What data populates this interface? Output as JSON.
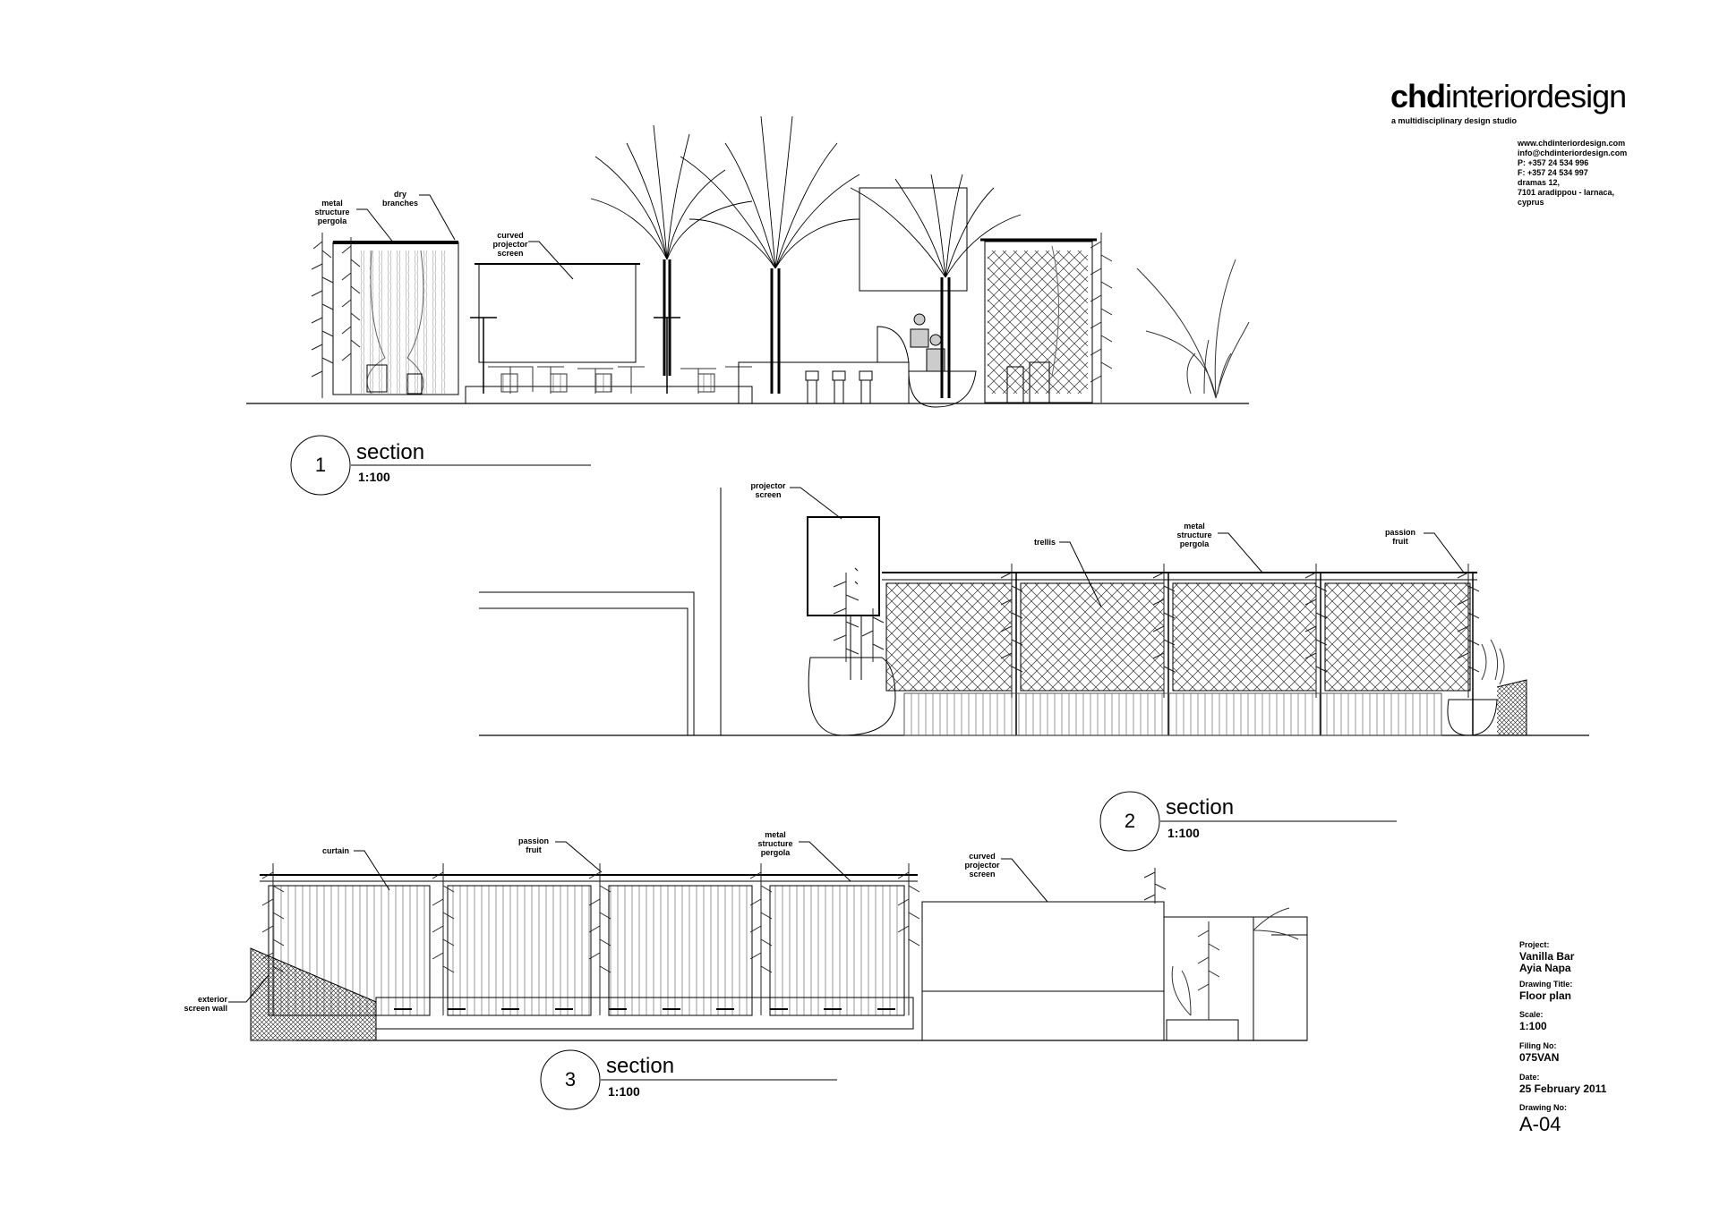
{
  "studio": {
    "name_bold": "chd",
    "name_rest": "interiordesign",
    "tagline": "a multidisciplinary design studio",
    "contact": [
      "www.chdinteriordesign.com",
      "info@chdinteriordesign.com",
      "P: +357 24 534 996",
      "F: +357 24 534 997",
      "dramas 12,",
      "7101 aradippou - larnaca,",
      "cyprus"
    ]
  },
  "sections": [
    {
      "number": "1",
      "title": "section",
      "scale": "1:100"
    },
    {
      "number": "2",
      "title": "section",
      "scale": "1:100"
    },
    {
      "number": "3",
      "title": "section",
      "scale": "1:100"
    }
  ],
  "labels": {
    "s1_metal_pergola": [
      "metal",
      "structure",
      "pergola"
    ],
    "s1_dry_branches": [
      "dry",
      "branches"
    ],
    "s1_curved_screen": [
      "curved",
      "projector",
      "screen"
    ],
    "s2_projector_screen": [
      "projector",
      "screen"
    ],
    "s2_trellis": [
      "trellis"
    ],
    "s2_metal_pergola": [
      "metal",
      "structure",
      "pergola"
    ],
    "s2_passion_fruit": [
      "passion",
      "fruit"
    ],
    "s3_curtain": [
      "curtain"
    ],
    "s3_passion_fruit": [
      "passion",
      "fruit"
    ],
    "s3_metal_pergola": [
      "metal",
      "structure",
      "pergola"
    ],
    "s3_curved_screen": [
      "curved",
      "projector",
      "screen"
    ],
    "s3_exterior_wall": [
      "exterior",
      "screen wall"
    ]
  },
  "title_block": {
    "project_label": "Project:",
    "project_lines": [
      "Vanilla Bar",
      "Ayia Napa"
    ],
    "drawing_title_label": "Drawing Title:",
    "drawing_title": "Floor plan",
    "scale_label": "Scale:",
    "scale": "1:100",
    "filing_label": "Filing No:",
    "filing": "075VAN",
    "date_label": "Date:",
    "date": "25 February 2011",
    "drawing_no_label": "Drawing No:",
    "drawing_no": "A-04"
  }
}
